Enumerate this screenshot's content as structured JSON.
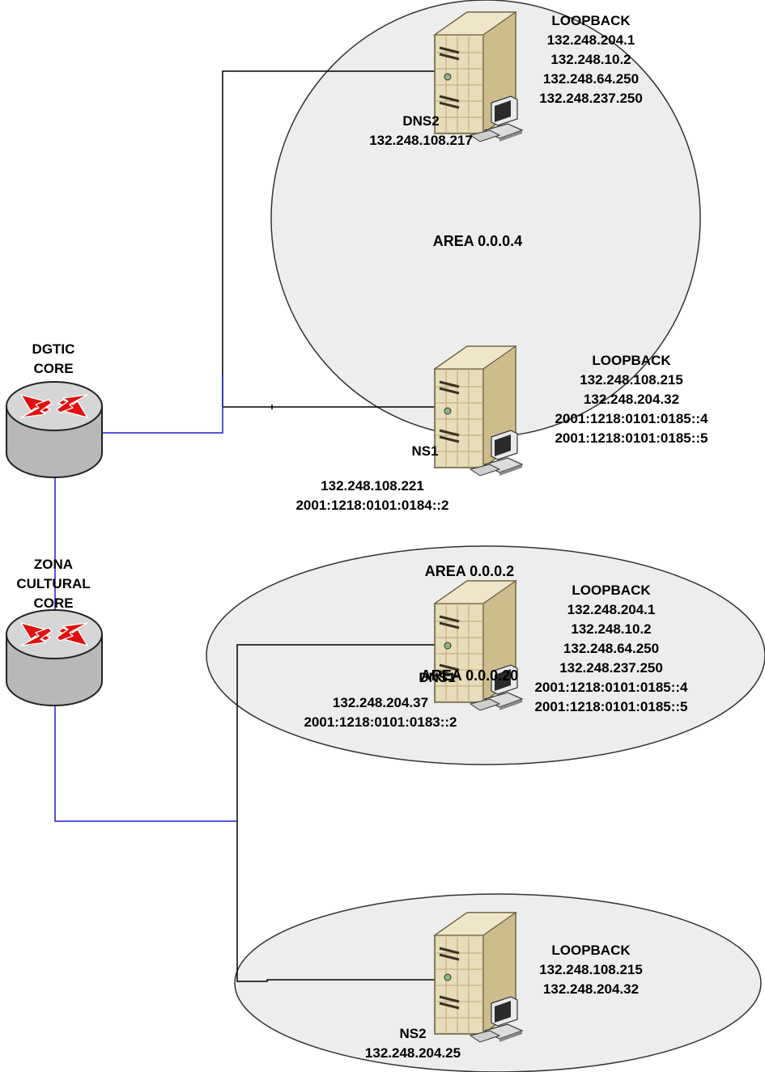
{
  "areas": {
    "area4": "AREA 0.0.0.4",
    "area2": "AREA 0.0.0.2",
    "area20": "AREA 0.0.0.20"
  },
  "routers": {
    "dgtic": [
      "DGTIC",
      "CORE"
    ],
    "zona": [
      "ZONA",
      "CULTURAL",
      "CORE"
    ]
  },
  "servers": {
    "dns2": {
      "name": "DNS2",
      "address": "132.248.108.217",
      "loopback": [
        "LOOPBACK",
        "132.248.204.1",
        "132.248.10.2",
        "132.248.64.250",
        "132.248.237.250"
      ]
    },
    "ns1": {
      "name": "NS1",
      "address": [
        "132.248.108.221",
        "2001:1218:0101:0184::2"
      ],
      "loopback": [
        "LOOPBACK",
        "132.248.108.215",
        "132.248.204.32",
        "2001:1218:0101:0185::4",
        "2001:1218:0101:0185::5"
      ]
    },
    "dns1": {
      "name": "DNS1",
      "address": [
        "132.248.204.37",
        "2001:1218:0101:0183::2"
      ],
      "loopback": [
        "LOOPBACK",
        "132.248.204.1",
        "132.248.10.2",
        "132.248.64.250",
        "132.248.237.250",
        "2001:1218:0101:0185::4",
        "2001:1218:0101:0185::5"
      ]
    },
    "ns2": {
      "name": "NS2",
      "address": "132.248.204.25",
      "loopback": [
        "LOOPBACK",
        "132.248.108.215",
        "132.248.204.32"
      ]
    }
  },
  "colors": {
    "area_fill": "#ededed",
    "area_stroke": "#333333",
    "link_black": "#000000",
    "link_blue": "#1f1fcc",
    "router_body": "#c8c8c8",
    "router_arrow": "#e01010",
    "server_body": "#e3d6b0"
  }
}
